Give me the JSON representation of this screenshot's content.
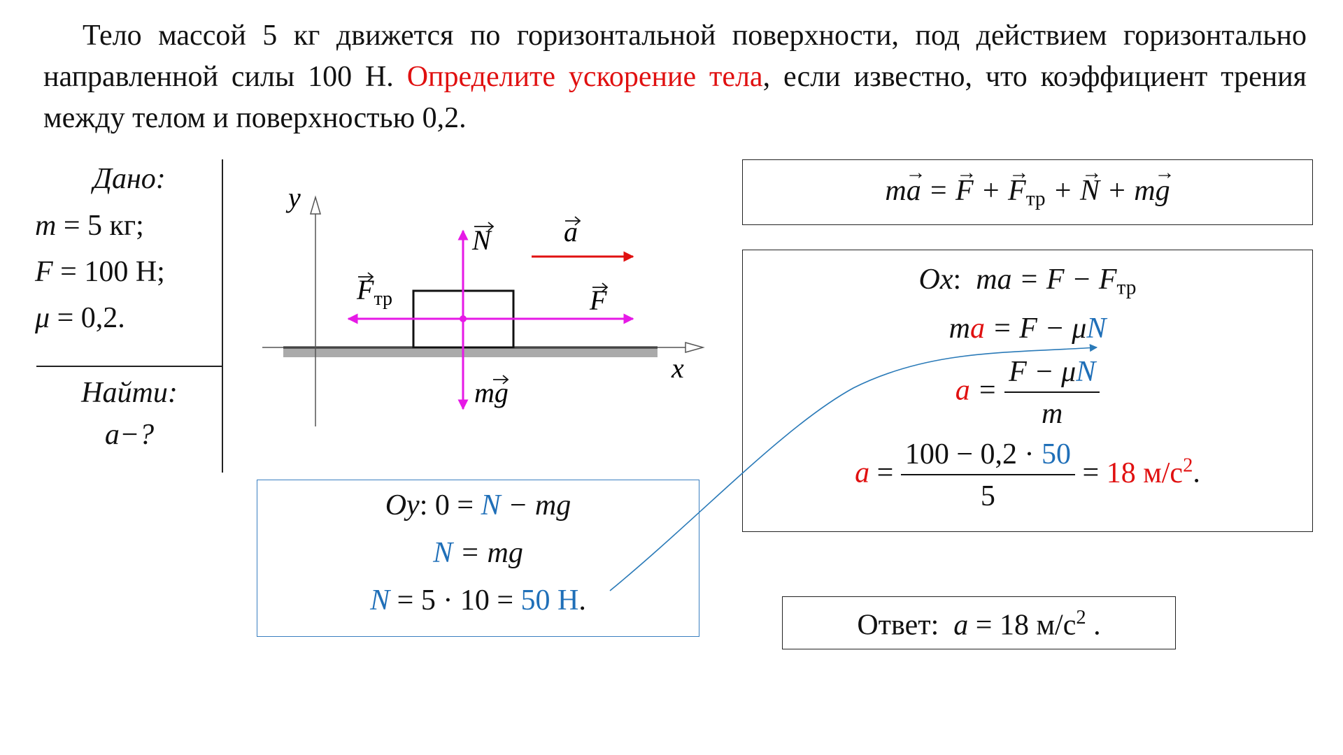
{
  "problem": {
    "text_1": "Тело массой 5 кг  движется по горизонтальной поверхности, под действием горизонтально направленной силы 100 Н. ",
    "highlight": "Определите ускорение тела",
    "text_2": ", если известно, что коэффициент трения между телом и поверхностью 0,2."
  },
  "given": {
    "heading": "Дано:",
    "m_value": "= 5 кг;",
    "F_value": "= 100 Н;",
    "mu_value": "= 0,2.",
    "find_heading": "Найти:",
    "find_value": "a−?"
  },
  "diagram": {
    "axis_y": "y",
    "axis_x": "x",
    "N": "N",
    "a": "a",
    "F_tr": "F",
    "F_tr_sub": "тр",
    "F": "F",
    "mg": "mg",
    "colors": {
      "force": "#e619e6",
      "accel": "#e01010",
      "ground": "#aaaaaa"
    }
  },
  "equations": {
    "newton": {
      "lhs": "ma",
      "F": "F",
      "Ftr": "F",
      "Ftr_sub": "тр",
      "N": "N",
      "mg": "mg"
    },
    "ox": {
      "label": "Ox",
      "line1": "ma = F − F",
      "line1_sub": "тр",
      "line2_m": "m",
      "line2_a": "a",
      "line2_rest": " = F − μ",
      "line2_N": "N",
      "line3_a": "a",
      "line3_eq": "=",
      "line3_num": "F − μ",
      "line3_num_N": "N",
      "line3_den": "m",
      "line4_a": "a",
      "line4_eq": "=",
      "line4_num": "100 − 0,2 · ",
      "line4_num_val": "50",
      "line4_den": "5",
      "line4_res": "= ",
      "line4_res_val": "18 м/с",
      "line4_res_sup": "2",
      "line4_end": "."
    },
    "oy": {
      "label": "Oy",
      "line1_lhs": ": 0 = ",
      "line1_N": "N",
      "line1_rhs": " − mg",
      "line2_N": "N",
      "line2_rhs": " = mg",
      "line3_N": "N",
      "line3_mid": " = 5 · 10 = ",
      "line3_val": "50 Н",
      "line3_end": "."
    }
  },
  "answer": {
    "label": "Ответ:",
    "var": "a",
    "eq": " = 18 м/с",
    "sup": "2",
    "end": " ."
  },
  "colors": {
    "red": "#e01010",
    "blue": "#1f6fb8",
    "arrow": "#2a7ab8"
  }
}
